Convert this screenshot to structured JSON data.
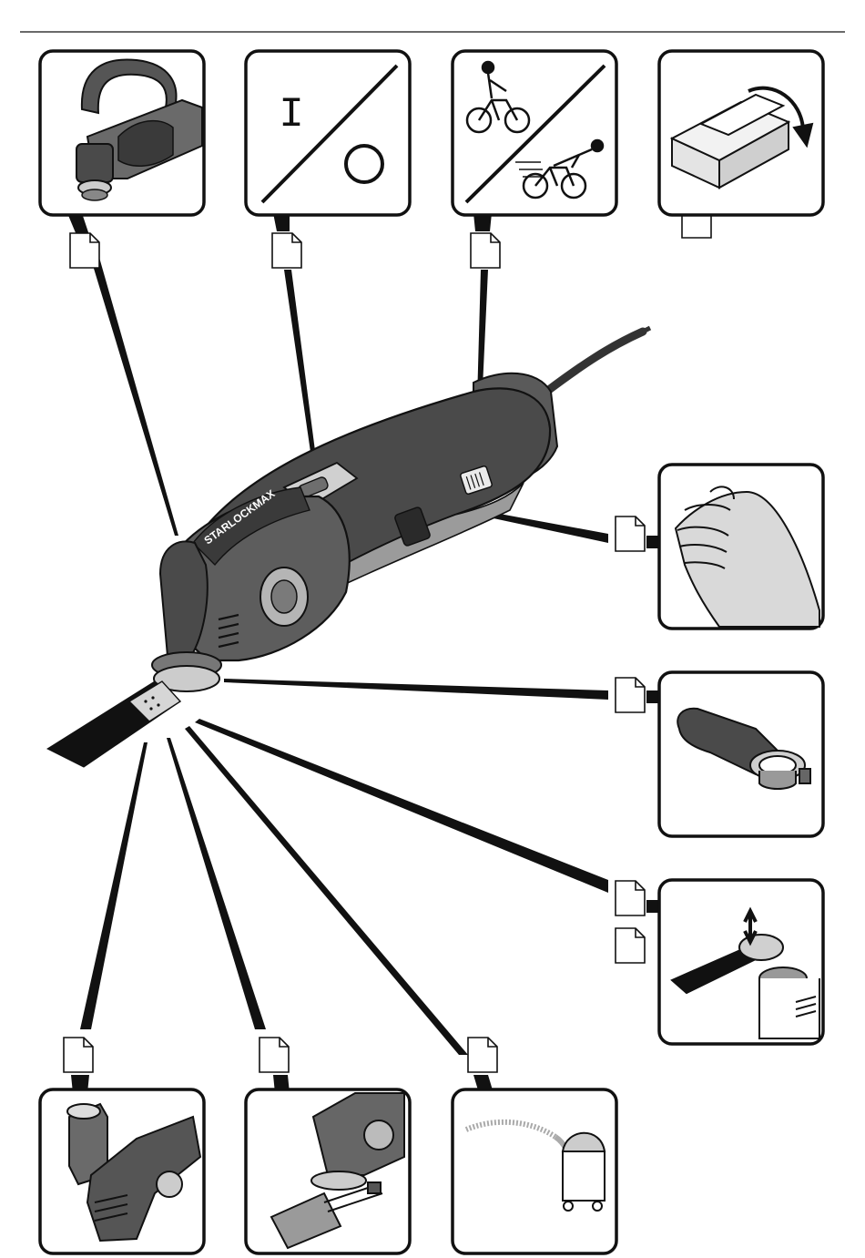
{
  "brand_label": "STARLOCKMAX",
  "colors": {
    "ink": "#111111",
    "panel_bg": "#ffffff",
    "tool_dark": "#3a3a3a",
    "tool_mid": "#6e6e6e",
    "tool_light": "#b9b9b9",
    "hand_fill": "#d9d9d9"
  },
  "panels": [
    {
      "id": "handle",
      "icon": "auxiliary-handle-illustration"
    },
    {
      "id": "on-off",
      "icon": "on-off-switch-symbol",
      "on_symbol": "I"
    },
    {
      "id": "speed",
      "icon": "slow-fast-cyclist-symbols"
    },
    {
      "id": "unpack",
      "icon": "open-box-illustration"
    },
    {
      "id": "hand",
      "icon": "hand-grip-illustration"
    },
    {
      "id": "extraction-attachment",
      "icon": "dust-extraction-attachment-illustration"
    },
    {
      "id": "tool-change",
      "icon": "blade-mounting-illustration"
    },
    {
      "id": "extraction-fitted",
      "icon": "extraction-hood-on-tool-illustration"
    },
    {
      "id": "depth-stop",
      "icon": "depth-stop-illustration"
    },
    {
      "id": "vacuum",
      "icon": "vacuum-cleaner-illustration"
    }
  ]
}
